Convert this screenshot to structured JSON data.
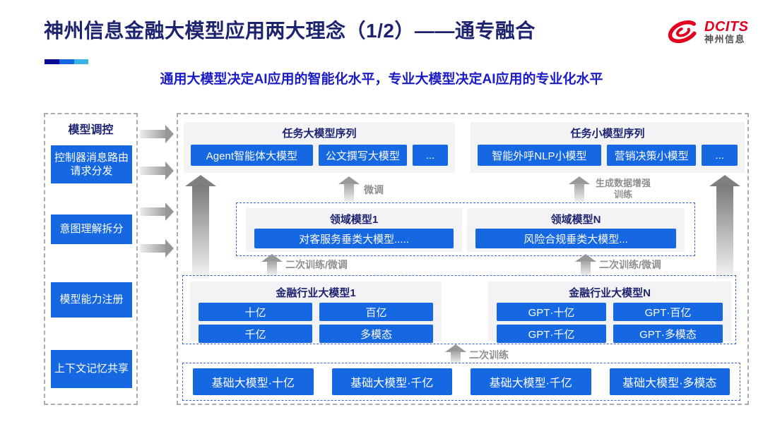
{
  "header": {
    "title": "神州信息金融大模型应用两大理念（1/2）——通专融合",
    "subtitle": "通用大模型决定AI应用的智能化水平，专业大模型决定AI应用的专业化水平",
    "logo": {
      "brand": "DCITS",
      "brand_cn": "神州信息"
    }
  },
  "sidebar": {
    "title": "模型调控",
    "items": [
      "控制器消息路由请求分发",
      "意图理解拆分",
      "模型能力注册",
      "上下文记忆共享"
    ]
  },
  "diagram": {
    "task_large": {
      "title": "任务大模型序列",
      "items": [
        "Agent智能体大模型",
        "公文撰写大模型",
        "..."
      ]
    },
    "task_small": {
      "title": "任务小模型序列",
      "items": [
        "智能外呼NLP小模型",
        "营销决策小模型",
        "..."
      ]
    },
    "domain_models": {
      "box1": {
        "title": "领域模型1",
        "item": "对客服务垂类大模型....."
      },
      "boxN": {
        "title": "领域模型N",
        "item": "风险合规垂类大模型..."
      }
    },
    "industry_models": {
      "box1": {
        "title": "金融行业大模型1",
        "items": [
          "十亿",
          "百亿",
          "千亿",
          "多模态"
        ]
      },
      "boxN": {
        "title": "金融行业大模型N",
        "items": [
          "GPT·十亿",
          "GPT·百亿",
          "GPT·千亿",
          "GPT·多模态"
        ]
      }
    },
    "base_models": [
      "基础大模型·十亿",
      "基础大模型·千亿",
      "基础大模型·千亿",
      "基础大模型·多模态"
    ],
    "arrow_labels": {
      "fine_tune": "微调",
      "gen_data_train": "生成数据增强训练",
      "secondary_train_ft": "二次训练/微调",
      "secondary_train": "二次训练"
    }
  },
  "colors": {
    "button_blue": "#1567e2",
    "title_navy": "#1e2370",
    "subtitle_blue": "#1c1cc6",
    "logo_red": "#e3001e",
    "accent_bar": [
      "#0a0a94",
      "#1565e0",
      "#38b4e8"
    ]
  }
}
